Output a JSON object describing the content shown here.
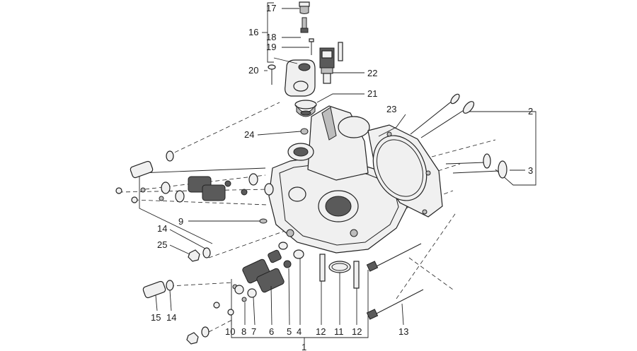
{
  "callouts": {
    "c1": "1",
    "c2": "2",
    "c3": "3",
    "c4": "4",
    "c5": "5",
    "c6": "6",
    "c7": "7",
    "c8": "8",
    "c9": "9",
    "c10": "10",
    "c11": "11",
    "c12a": "12",
    "c12b": "12",
    "c13": "13",
    "c14a": "14",
    "c14b": "14",
    "c15": "15",
    "c16": "16",
    "c17": "17",
    "c18": "18",
    "c19": "19",
    "c20": "20",
    "c21": "21",
    "c22": "22",
    "c23": "23",
    "c24": "24",
    "c25": "25"
  }
}
